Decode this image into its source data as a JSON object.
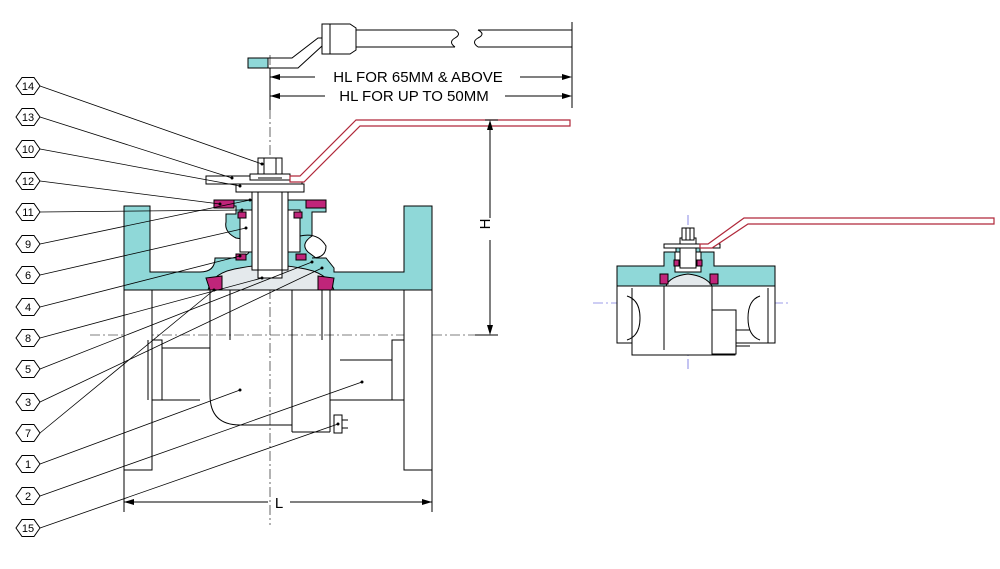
{
  "colors": {
    "body": "#8fd8d8",
    "seat": "#c0257a",
    "ball": "#e4e9ec",
    "handle_outline": "#b0283a",
    "centerline_secondary": "#3d3dd6"
  },
  "part_numbers": [
    "14",
    "13",
    "10",
    "12",
    "11",
    "9",
    "6",
    "4",
    "8",
    "5",
    "3",
    "7",
    "1",
    "2",
    "15"
  ],
  "dimensions": {
    "hl_large": "HL FOR 65MM & ABOVE",
    "hl_small": "HL FOR UP TO 50MM",
    "height": "H",
    "length": "L"
  }
}
